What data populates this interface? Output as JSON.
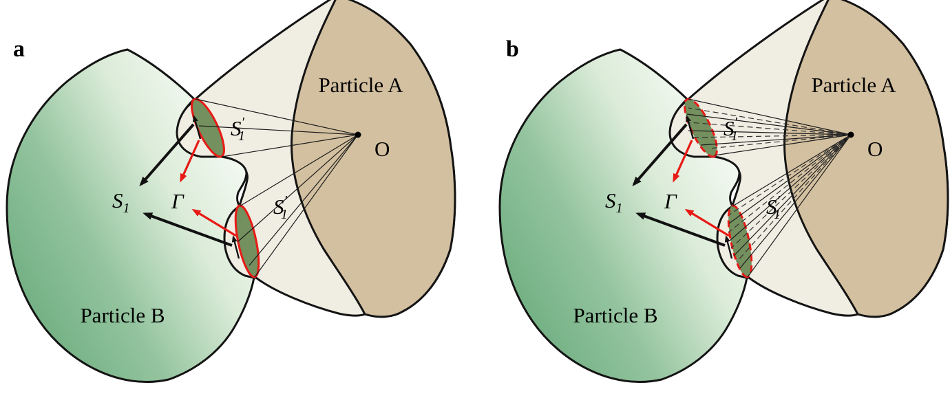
{
  "figure": {
    "panels": [
      {
        "letter": "a"
      },
      {
        "letter": "b"
      }
    ],
    "labels": {
      "particle_a": "Particle A",
      "particle_b": "Particle B",
      "origin": "O",
      "gamma": "Γ",
      "s1": {
        "base": "S",
        "sub": "1"
      },
      "s1_prime": {
        "base": "S",
        "sub": "1",
        "prime": "′"
      }
    },
    "colors": {
      "particle_a_body": "#f0ede3",
      "particle_a_face": "#d3c0a0",
      "particle_b_green_dark": "#6fae80",
      "particle_b_green_light": "#f4faf3",
      "contact_patch_green": "#74905e",
      "patch_outline_red": "#e71a15",
      "outline_black": "#141414"
    }
  }
}
